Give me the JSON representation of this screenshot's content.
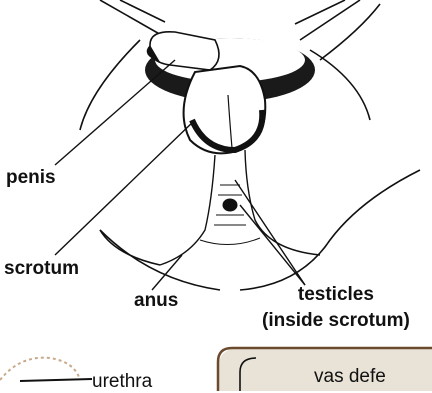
{
  "labels": {
    "penis": "penis",
    "scrotum": "scrotum",
    "anus": "anus",
    "testicles_line1": "testicles",
    "testicles_line2": "(inside scrotum)",
    "urethra": "urethra",
    "vas_deferens": "vas defe"
  },
  "colors": {
    "ink": "#111111",
    "skin_panel": "#e8e3d6",
    "panel_border": "#6b4a2e",
    "circle_dash": "#c8a98a"
  }
}
